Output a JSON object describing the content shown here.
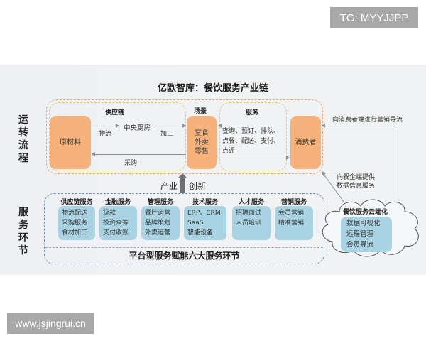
{
  "watermarks": {
    "top": "TG: MYYJJPP",
    "bottom": "www.jsjingrui.cn"
  },
  "diagram": {
    "title": "亿欧智库：餐饮服务产业链",
    "operation_flow": {
      "label_chars": [
        "运",
        "转",
        "流",
        "程"
      ],
      "supply_chain_label": "供应链",
      "scene_label": "场景",
      "service_label": "服务",
      "nodes": {
        "raw_material": "原材料",
        "central_kitchen": "中央厨房",
        "scene_lines": [
          "堂食",
          "外卖",
          "零售"
        ],
        "consumer": "消费者"
      },
      "edges": {
        "logistics": "物流",
        "processing": "加工",
        "procurement": "采购"
      },
      "service_lines": [
        "查询、预订、排队、",
        "点餐、配送、支付、",
        "点评"
      ]
    },
    "innovation_arrow": {
      "left": "产业",
      "right": "创新"
    },
    "service_links": {
      "label_chars": [
        "服",
        "务",
        "环",
        "节"
      ],
      "groups": [
        {
          "title": "供应链服务",
          "items": [
            "物流配送",
            "采购服务",
            "食材加工"
          ]
        },
        {
          "title": "金融服务",
          "items": [
            "贷款",
            "投资众筹",
            "支付收账"
          ]
        },
        {
          "title": "管理服务",
          "items": [
            "餐厅运营",
            "品牌策划",
            "外卖运营"
          ]
        },
        {
          "title": "技术服务",
          "items": [
            "ERP、CRM",
            "SaaS",
            "智能设备"
          ]
        },
        {
          "title": "人才服务",
          "items": [
            "招聘面试",
            "人员培训"
          ]
        },
        {
          "title": "营销服务",
          "items": [
            "会员营销",
            "精准营销"
          ]
        }
      ],
      "platform_caption": "平台型服务赋能六大服务环节"
    },
    "cloud": {
      "title": "餐饮服务云端化",
      "items": [
        "数据可视化",
        "远程管理",
        "会员导流"
      ],
      "to_consumer_label": "向消费者端进行营销导流",
      "to_enterprise_label_lines": [
        "向餐企端提供",
        "数据信息服务"
      ]
    },
    "colors": {
      "orange_box": "#f6b27a",
      "orange_dash": "#e9a86e",
      "yellow_dash": "#dccb6a",
      "blue_box": "#a9d3e3",
      "blue_dash": "#6d93a8",
      "panel_bg": "#f0f1f3"
    }
  }
}
